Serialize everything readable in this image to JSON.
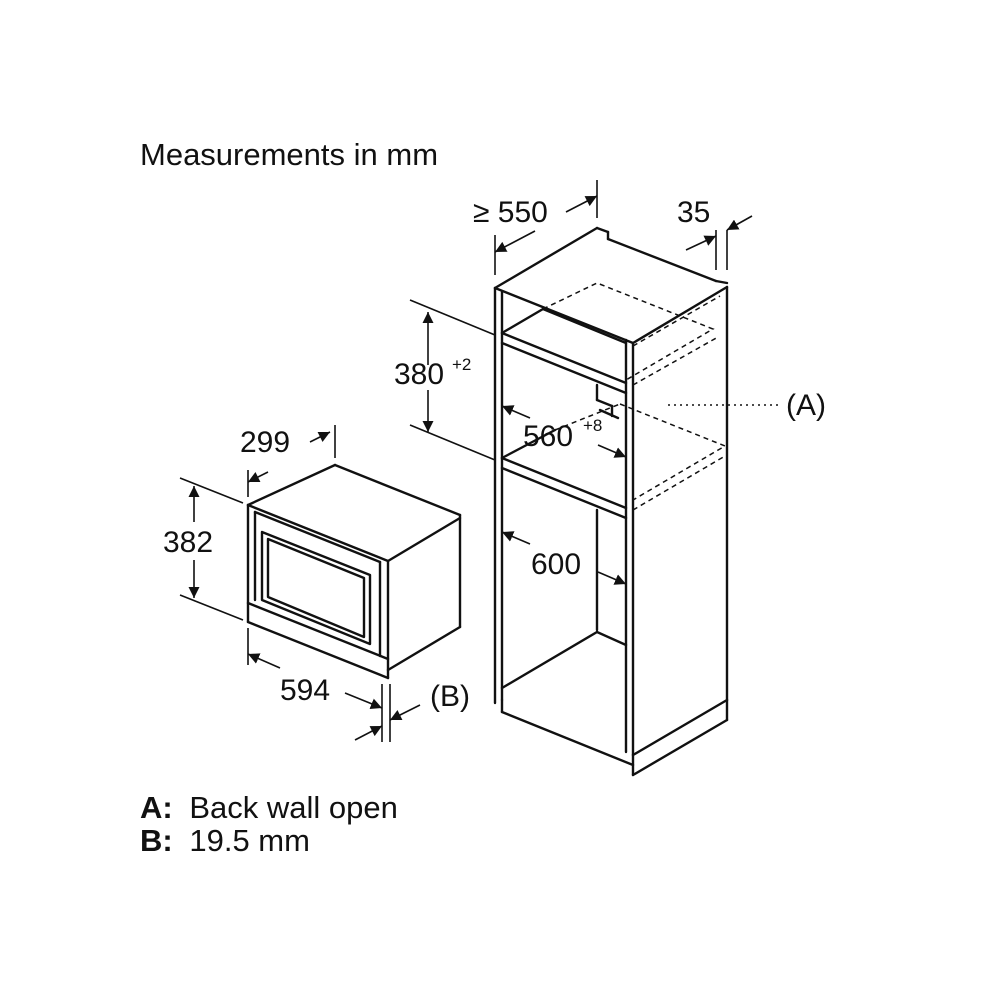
{
  "title": "Measurements in mm",
  "dimensions": {
    "cab_depth": "≥ 550",
    "cab_edge": "35",
    "niche_height": "380",
    "niche_height_tol": "+2",
    "niche_width": "560",
    "niche_width_tol": "+8",
    "cab_width": "600",
    "app_depth": "299",
    "app_height": "382",
    "app_width": "594"
  },
  "labels": {
    "callout_a": "(A)",
    "callout_b": "(B)"
  },
  "legend": [
    {
      "key": "A:",
      "text": "Back wall open"
    },
    {
      "key": "B:",
      "text": "19.5 mm"
    }
  ]
}
